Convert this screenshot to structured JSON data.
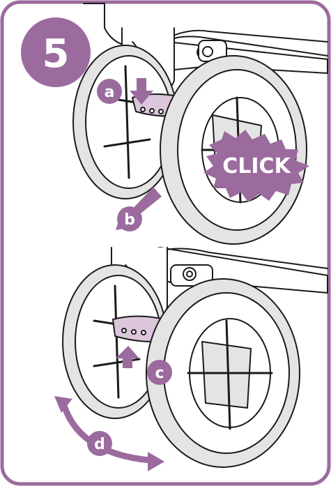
{
  "step": {
    "number": "5"
  },
  "labels": {
    "a": "a",
    "b": "b",
    "c": "c",
    "d": "d",
    "click": "CLICK"
  },
  "colors": {
    "accent": "#9b6b9e",
    "accent_light": "#dcc6dc",
    "frame": "#9b6b9e",
    "line": "#1a1a1a",
    "tyre": "#e4e4e4",
    "background": "#ffffff"
  },
  "icons": [
    "arrow-down-icon",
    "arrow-diagonal-icon",
    "arrow-up-icon",
    "curved-double-arrow-icon",
    "click-burst-icon"
  ]
}
